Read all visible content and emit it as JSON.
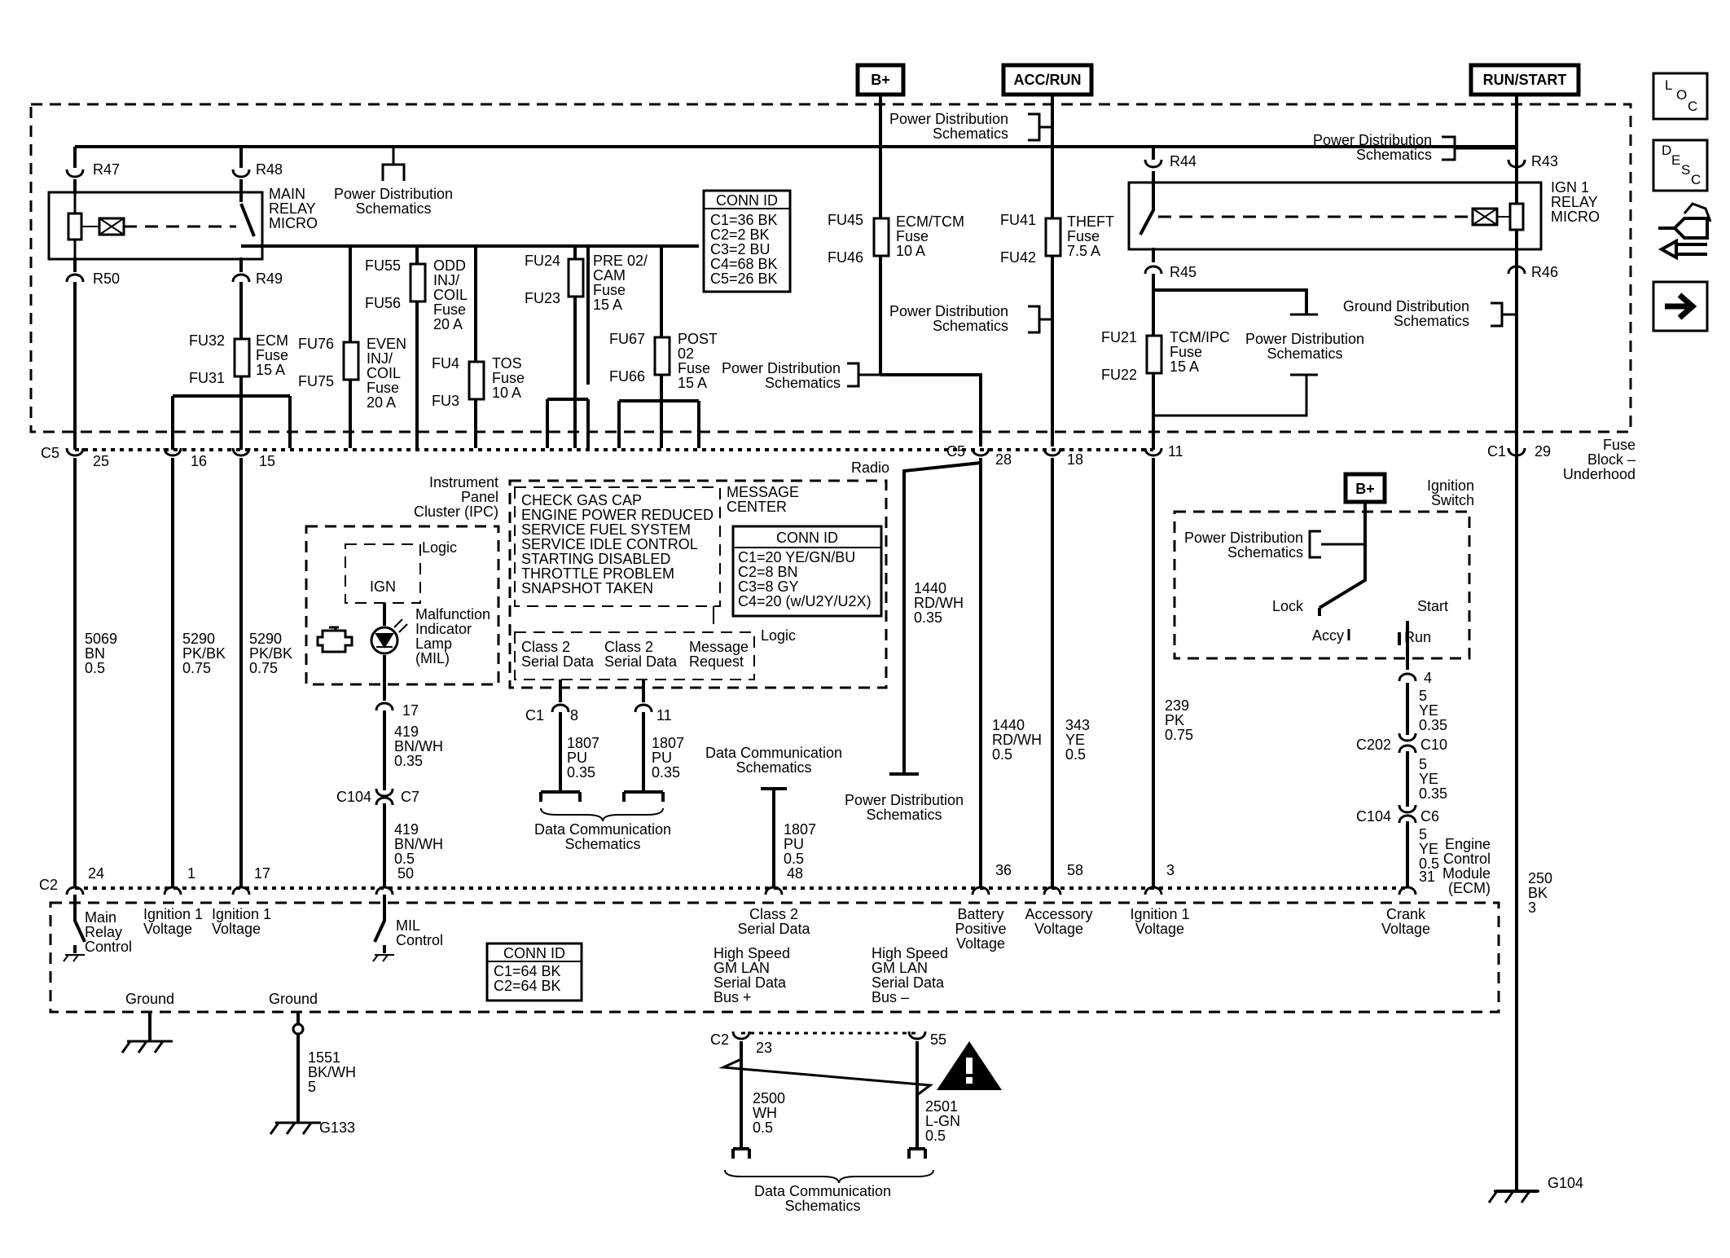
{
  "sources": {
    "bplus": "B+",
    "accrun": "ACC/RUN",
    "runstart": "RUN/START",
    "bplus2": "B+"
  },
  "side_buttons": {
    "loc": [
      "L",
      "O",
      "C"
    ],
    "desc": [
      "D",
      "E",
      "S",
      "C"
    ],
    "icons": [
      "connector-hand-icon",
      "next-arrow-icon"
    ]
  },
  "colors": {
    "line": "#000000",
    "background": "#ffffff"
  },
  "fuse_block": {
    "name": [
      "Fuse",
      "Block –",
      "Underhood"
    ]
  },
  "relays": {
    "main": {
      "label": [
        "MAIN",
        "RELAY",
        "MICRO"
      ],
      "pins": [
        "R47",
        "R48",
        "R50",
        "R49"
      ]
    },
    "ign1": {
      "label": [
        "IGN 1",
        "RELAY",
        "MICRO"
      ],
      "pins": [
        "R44",
        "R43",
        "R45",
        "R46"
      ]
    }
  },
  "refs": {
    "pds": [
      "Power Distribution",
      "Schematics"
    ],
    "gds": [
      "Ground Distribution",
      "Schematics"
    ],
    "dcs": [
      "Data Communication",
      "Schematics"
    ]
  },
  "conn_fuse": {
    "title": "CONN ID",
    "rows": [
      "C1=36 BK",
      "C2=2 BK",
      "C3=2 BU",
      "C4=68 BK",
      "C5=26 BK"
    ]
  },
  "fuses": {
    "ecm": {
      "pins": [
        "FU32",
        "FU31"
      ],
      "label": [
        "ECM",
        "Fuse",
        "15 A"
      ]
    },
    "even": {
      "pins": [
        "FU76",
        "FU75"
      ],
      "label": [
        "EVEN",
        "INJ/",
        "COIL",
        "Fuse",
        "20 A"
      ]
    },
    "odd": {
      "pins": [
        "FU55",
        "FU56"
      ],
      "label": [
        "ODD",
        "INJ/",
        "COIL",
        "Fuse",
        "20 A"
      ]
    },
    "tos": {
      "pins": [
        "FU4",
        "FU3"
      ],
      "label": [
        "TOS",
        "Fuse",
        "10 A"
      ]
    },
    "pre02": {
      "pins": [
        "FU24",
        "FU23"
      ],
      "label": [
        "PRE 02/",
        "CAM",
        "Fuse",
        "15 A"
      ]
    },
    "post02": {
      "pins": [
        "FU67",
        "FU66"
      ],
      "label": [
        "POST",
        "02",
        "Fuse",
        "15 A"
      ]
    },
    "ecmtcm": {
      "pins": [
        "FU45",
        "FU46"
      ],
      "label": [
        "ECM/TCM",
        "Fuse",
        "10 A"
      ]
    },
    "theft": {
      "pins": [
        "FU41",
        "FU42"
      ],
      "label": [
        "THEFT",
        "Fuse",
        "7.5 A"
      ]
    },
    "tcmipc": {
      "pins": [
        "FU21",
        "FU22"
      ],
      "label": [
        "TCM/IPC",
        "Fuse",
        "15 A"
      ]
    }
  },
  "c5": {
    "left": "C5",
    "right": "C5",
    "pins": [
      "25",
      "16",
      "15",
      "28",
      "18",
      "11"
    ]
  },
  "c1_fb": {
    "label": "C1",
    "pin": "29"
  },
  "wires": {
    "w5069": [
      "5069",
      "BN",
      "0.5"
    ],
    "w5290a": [
      "5290",
      "PK/BK",
      "0.75"
    ],
    "w5290b": [
      "5290",
      "PK/BK",
      "0.75"
    ],
    "w1440a": [
      "1440",
      "RD/WH",
      "0.35"
    ],
    "w1440b": [
      "1440",
      "RD/WH",
      "0.5"
    ],
    "w343": [
      "343",
      "YE",
      "0.5"
    ],
    "w239": [
      "239",
      "PK",
      "0.75"
    ],
    "w250": [
      "250",
      "BK",
      "3"
    ],
    "w419a": [
      "419",
      "BN/WH",
      "0.35"
    ],
    "w419b": [
      "419",
      "BN/WH",
      "0.5"
    ],
    "w1807a": [
      "1807",
      "PU",
      "0.35"
    ],
    "w1807b": [
      "1807",
      "PU",
      "0.35"
    ],
    "w1807c": [
      "1807",
      "PU",
      "0.5"
    ],
    "w5a": [
      "5",
      "YE",
      "0.35"
    ],
    "w5b": [
      "5",
      "YE",
      "0.35"
    ],
    "w5c": [
      "5",
      "YE",
      "0.5"
    ],
    "w1551": [
      "1551",
      "BK/WH",
      "5"
    ],
    "w2500": [
      "2500",
      "WH",
      "0.5"
    ],
    "w2501": [
      "2501",
      "L-GN",
      "0.5"
    ]
  },
  "ipc": {
    "name": [
      "Instrument",
      "Panel",
      "Cluster (IPC)"
    ],
    "logic": "Logic",
    "ign": "IGN",
    "mil": [
      "Malfunction",
      "Indicator",
      "Lamp",
      "(MIL)"
    ],
    "pin": "17"
  },
  "radio": "Radio",
  "message_center": {
    "title": [
      "MESSAGE",
      "CENTER"
    ],
    "messages": [
      "CHECK GAS CAP",
      "ENGINE POWER REDUCED",
      "SERVICE FUEL SYSTEM",
      "SERVICE IDLE CONTROL",
      "STARTING DISABLED",
      "THROTTLE PROBLEM",
      "SNAPSHOT TAKEN"
    ],
    "conn": {
      "title": "CONN ID",
      "rows": [
        "C1=20 YE/GN/BU",
        "C2=8 BN",
        "C3=8 GY",
        "C4=20 (w/U2Y/U2X)"
      ]
    },
    "logic": "Logic",
    "cells": [
      [
        "Class 2",
        "Serial Data"
      ],
      [
        "Class 2",
        "Serial Data"
      ],
      [
        "Message",
        "Request"
      ]
    ],
    "c1": "C1",
    "pins": [
      "8",
      "11"
    ]
  },
  "c104_upper": {
    "left": "C104",
    "right": "C7"
  },
  "ignition_switch": {
    "name": [
      "Ignition",
      "Switch"
    ],
    "positions": [
      "Lock",
      "Accy",
      "Run",
      "Start"
    ],
    "pin": "4"
  },
  "c202": {
    "left": "C202",
    "right": "C10"
  },
  "c104_lower": {
    "left": "C104",
    "right": "C6"
  },
  "ecm": {
    "name": [
      "Engine",
      "Control",
      "Module",
      "(ECM)"
    ],
    "c2": "C2",
    "pins": [
      "24",
      "1",
      "17",
      "50",
      "48",
      "36",
      "58",
      "3",
      "31"
    ],
    "labels": {
      "main_relay": [
        "Main",
        "Relay",
        "Control"
      ],
      "ign1a": [
        "Ignition 1",
        "Voltage"
      ],
      "ign1b": [
        "Ignition 1",
        "Voltage"
      ],
      "mil": [
        "MIL",
        "Control"
      ],
      "class2": [
        "Class 2",
        "Serial Data"
      ],
      "battery": [
        "Battery",
        "Positive",
        "Voltage"
      ],
      "accessory": [
        "Accessory",
        "Voltage"
      ],
      "ign1c": [
        "Ignition 1",
        "Voltage"
      ],
      "crank": [
        "Crank",
        "Voltage"
      ],
      "hs_plus": [
        "High Speed",
        "GM LAN",
        "Serial Data",
        "Bus +"
      ],
      "hs_minus": [
        "High Speed",
        "GM LAN",
        "Serial Data",
        "Bus –"
      ],
      "ground1": "Ground",
      "ground2": "Ground"
    },
    "conn": {
      "title": "CONN ID",
      "rows": [
        "C1=64 BK",
        "C2=64 BK"
      ]
    }
  },
  "c2_bottom": {
    "label": "C2",
    "pins": [
      "23",
      "55"
    ]
  },
  "grounds": {
    "g133": "G133",
    "g104": "G104"
  }
}
